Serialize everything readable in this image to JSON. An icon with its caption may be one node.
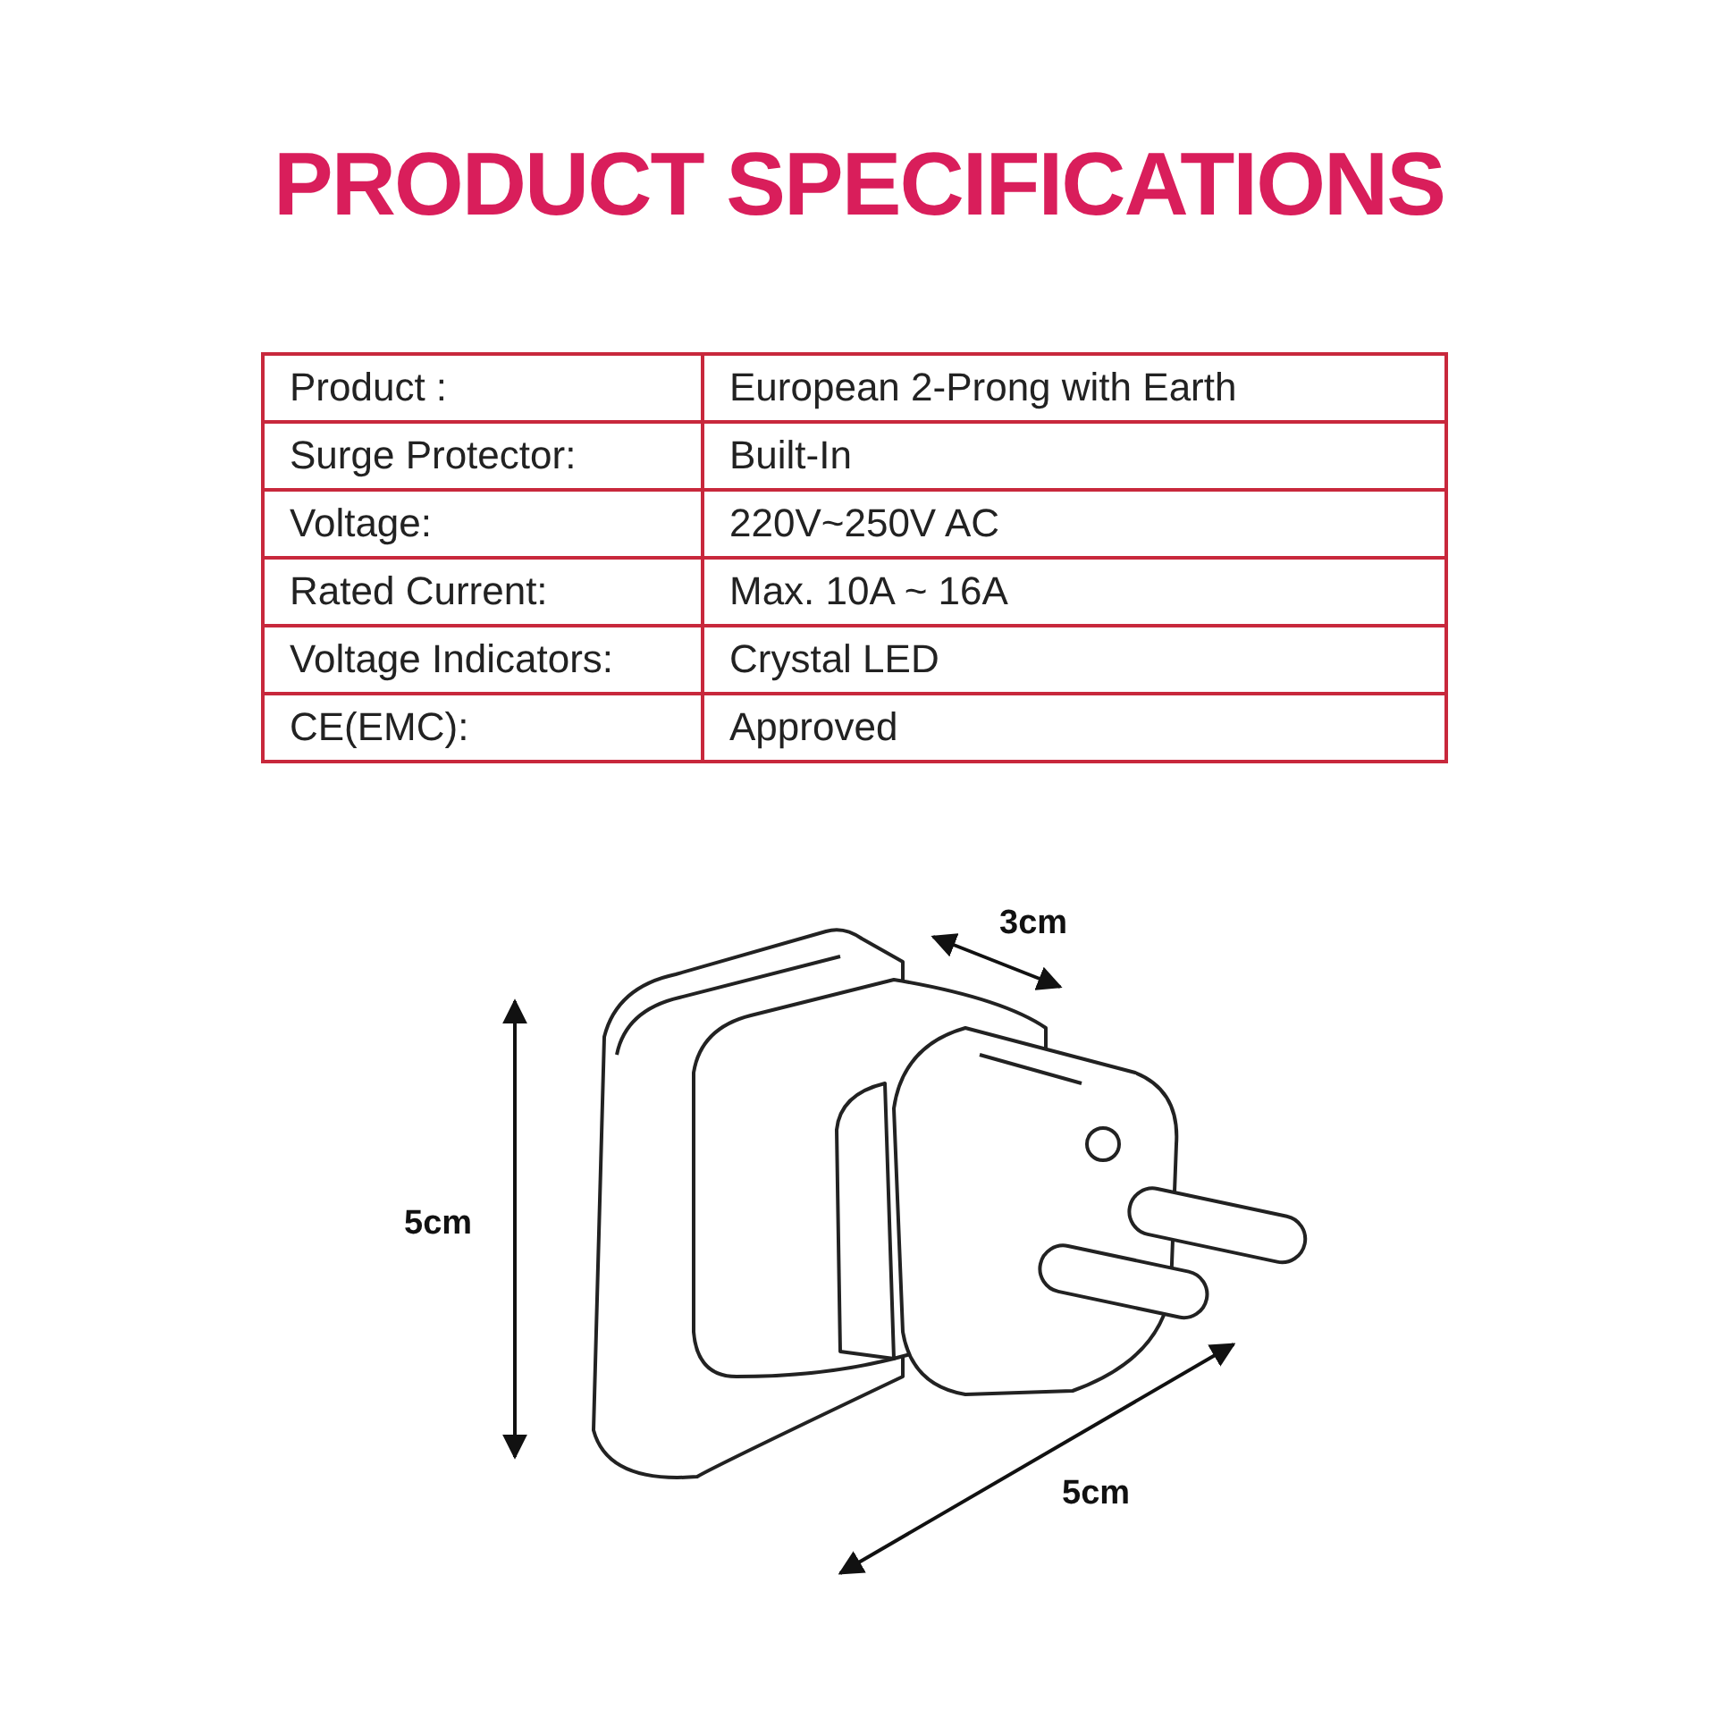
{
  "diagram": {
    "title": "PRODUCT SPECIFICATIONS",
    "labels": [
      "Product :",
      "European 2-Prong with Earth",
      "Surge Protector:",
      "Built-In",
      "Voltage:",
      "220V~250V AC",
      "Rated Current:",
      "Max. 10A ~ 16A",
      "Voltage Indicators:",
      "Crystal LED",
      "CE(EMC):",
      "Approved",
      "3cm",
      "5cm",
      "5cm"
    ]
  }
}
